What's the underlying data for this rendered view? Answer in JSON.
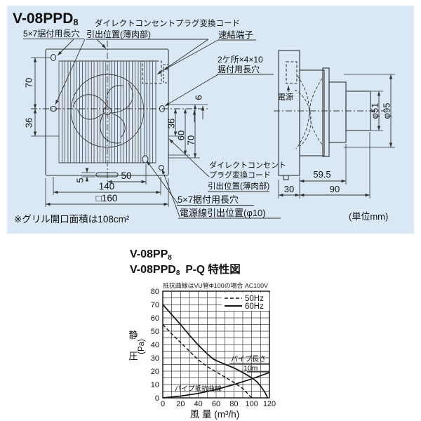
{
  "panel": {
    "title": {
      "main": "V-08PPD",
      "sub": "8"
    },
    "labels": {
      "slot57_top": "5×7据付用長穴",
      "plug_top1": "ダイレクトコンセントプラグ変換コード",
      "plug_top2": "引出位置(薄肉部)",
      "terminal": "速結端子",
      "slot2_1": "2ケ所×4×10",
      "slot2_2": "据付用長穴",
      "plug_br1": "ダイレクトコンセント",
      "plug_br2": "プラグ変換コード",
      "plug_br3": "引出位置(薄肉部)",
      "slot57_bottom": "5×7据付用長穴",
      "power_out": "電源線引出位置(φ10)",
      "power": "電源",
      "note": "※グリル開口面積は108cm²",
      "unit": "(単位mm)"
    },
    "dims": {
      "left70": "70",
      "left36": "36",
      "right36": "36",
      "right60": "60",
      "right70": "70",
      "right6": "6",
      "bottom5": "5",
      "bottom50": "50",
      "bottom140": "140",
      "bottom160": "□160",
      "side30": "30",
      "side595": "59.5",
      "side90": "90",
      "phi51": "φ51",
      "phi95": "φ95"
    }
  },
  "chart": {
    "title1": {
      "main": "V-08PP",
      "sub": "8"
    },
    "title2": {
      "main": "V-08PPD",
      "sub": "8",
      "suffix": "P-Q 特性図"
    },
    "subtitle": "抵抗曲線はVU管Φ100の場合 AC100V",
    "ylabel1": "静",
    "ylabel2": "圧",
    "yunit": "(Pa)",
    "xlabel": "風 量 (m³/h)",
    "legend": [
      {
        "label": "50Hz",
        "style": "dashed"
      },
      {
        "label": "60Hz",
        "style": "solid"
      }
    ],
    "pipe_label1": "パイプ長さ",
    "pipe_label2": "10m",
    "pipe_curve_label": "パイプ抵抗曲線"
  },
  "chart_data": {
    "type": "line",
    "title": "V-08PP8 / V-08PPD8 P-Q特性図",
    "subtitle": "抵抗曲線はVU管Φ100の場合 AC100V",
    "xlabel": "風量 (m³/h)",
    "ylabel": "静圧 (Pa)",
    "xlim": [
      0,
      120
    ],
    "ylim": [
      0,
      80
    ],
    "x_ticks": [
      0,
      20,
      40,
      60,
      80,
      100,
      120
    ],
    "y_ticks": [
      80,
      70,
      60,
      50,
      40,
      30,
      20,
      10,
      0
    ],
    "x_minor_step": 10,
    "y_minor_step": 5,
    "grid": true,
    "legend_position": "top-right",
    "series": [
      {
        "name": "50Hz",
        "style": "dashed",
        "points": [
          [
            0,
            55
          ],
          [
            10,
            48
          ],
          [
            20,
            41.5
          ],
          [
            30,
            35
          ],
          [
            40,
            28.5
          ],
          [
            50,
            23.5
          ],
          [
            60,
            19.5
          ],
          [
            70,
            15.5
          ],
          [
            80,
            11.5
          ],
          [
            90,
            7
          ],
          [
            100,
            0
          ]
        ]
      },
      {
        "name": "60Hz",
        "style": "solid",
        "points": [
          [
            0,
            70
          ],
          [
            10,
            62.5
          ],
          [
            20,
            55
          ],
          [
            30,
            47
          ],
          [
            40,
            39.5
          ],
          [
            50,
            33
          ],
          [
            57,
            29
          ],
          [
            65,
            26.5
          ],
          [
            80,
            22.5
          ],
          [
            90,
            19
          ],
          [
            100,
            15
          ],
          [
            106,
            12
          ],
          [
            111,
            8
          ],
          [
            115,
            4
          ],
          [
            118,
            0
          ]
        ]
      },
      {
        "name": "パイプ抵抗曲線 (パイプ長さ10m)",
        "style": "solid",
        "points": [
          [
            0,
            0
          ],
          [
            20,
            1.3
          ],
          [
            40,
            3.3
          ],
          [
            60,
            6.2
          ],
          [
            80,
            10
          ],
          [
            100,
            14.2
          ],
          [
            120,
            19
          ]
        ]
      }
    ]
  }
}
